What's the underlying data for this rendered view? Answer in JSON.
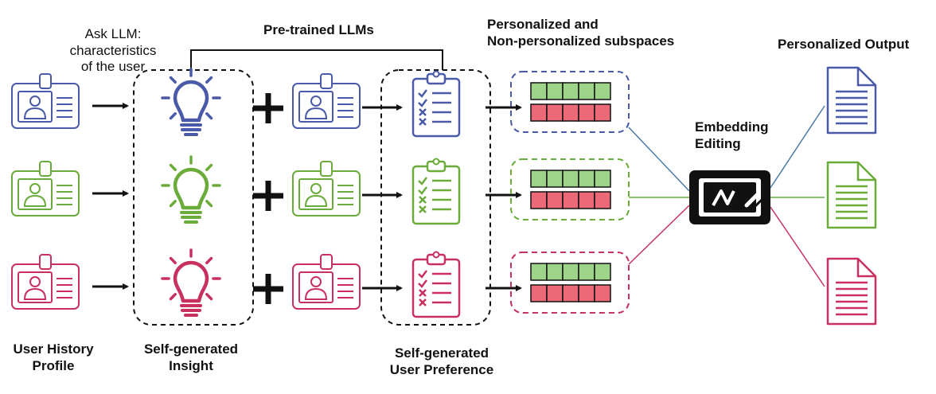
{
  "labels": {
    "ask_llm_line1": "Ask LLM:",
    "ask_llm_line2": "characteristics",
    "ask_llm_line3": "of the user",
    "pretrained_llms": "Pre-trained LLMs",
    "subspaces_line1": "Personalized and",
    "subspaces_line2": "Non-personalized subspaces",
    "personalized_output": "Personalized Output",
    "embedding_editing_line1": "Embedding",
    "embedding_editing_line2": "Editing",
    "user_history_line1": "User History",
    "user_history_line2": "Profile",
    "self_insight_line1": "Self-generated",
    "self_insight_line2": "Insight",
    "self_pref_line1": "Self-generated",
    "self_pref_line2": "User Preference"
  },
  "rows": [
    {
      "color": "#4a5aa8",
      "name": "blue"
    },
    {
      "color": "#6aab3a",
      "name": "green"
    },
    {
      "color": "#c8305f",
      "name": "crimson"
    }
  ],
  "colors": {
    "personalized_cell": "#9ed48a",
    "nonpersonalized_cell": "#ec6a78",
    "connector_blue": "#4a7aa8",
    "connector_green": "#6aab3a",
    "connector_crimson": "#c8305f"
  },
  "icons": [
    "id-card-icon",
    "lightbulb-icon",
    "plus-icon",
    "clipboard-checklist-icon",
    "document-icon",
    "embedding-editing-icon",
    "arrow-icon"
  ]
}
